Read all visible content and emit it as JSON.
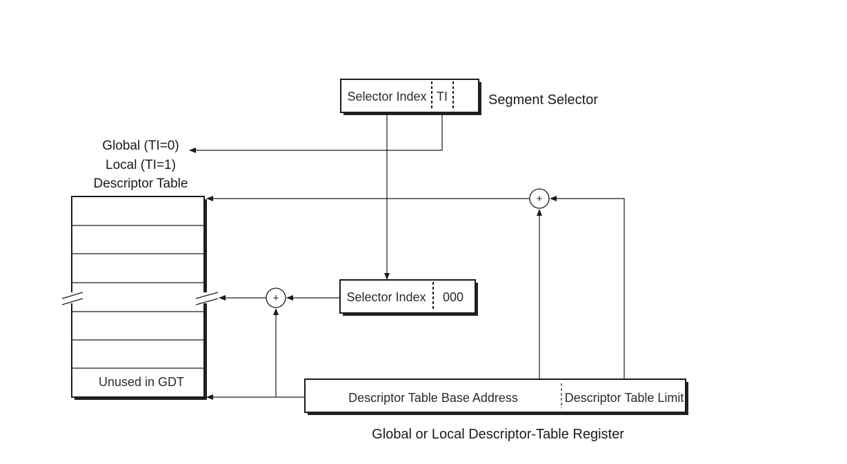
{
  "segment_selector": {
    "title": "Segment Selector",
    "index_label": "Selector Index",
    "ti_label": "TI"
  },
  "table_select_note": {
    "line1": "Global (TI=0)",
    "line2": "Local (TI=1)",
    "line3": "Descriptor Table"
  },
  "scaled_index": {
    "index_label": "Selector Index",
    "suffix": "000"
  },
  "descriptor_table": {
    "last_entry": "Unused in GDT"
  },
  "register": {
    "title": "Global or Local Descriptor-Table Register",
    "base_label": "Descriptor Table Base Address",
    "limit_label": "Descriptor Table Limit"
  },
  "adder_symbol": "+"
}
